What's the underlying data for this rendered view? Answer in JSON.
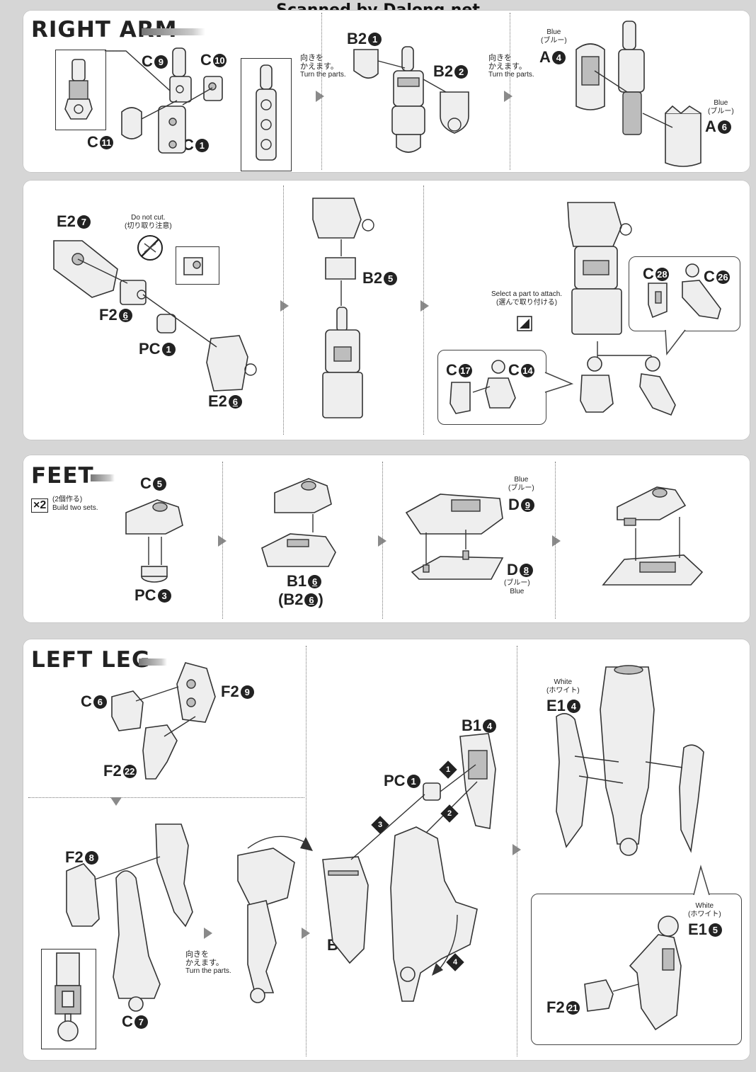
{
  "watermark": "Scanned by Dalong.net",
  "sections": {
    "right_arm": "RIGHT ARM",
    "feet": "FEET",
    "left_leg": "LEFT LEG"
  },
  "notes": {
    "turn_jp_1": "向きを",
    "turn_jp_2": "かえます。",
    "turn_en": "Turn the parts.",
    "do_not_cut_en": "Do not cut.",
    "do_not_cut_jp": "(切り取り注意)",
    "select_en": "Select a part to attach.",
    "select_jp": "(選んで取り付ける)",
    "build_two_jp": "(2個作る)",
    "build_two_en": "Build two sets.",
    "x2": "×2"
  },
  "colors": {
    "blue_en": "Blue",
    "blue_jp": "(ブルー)",
    "white_en": "White",
    "white_jp": "(ホワイト)"
  },
  "parts": {
    "c9": "C",
    "c9n": "9",
    "c10": "C",
    "c10n": "10",
    "c11": "C",
    "c11n": "11",
    "c1": "C",
    "c1n": "1",
    "b2_1": "B2",
    "b2_1n": "1",
    "b2_2": "B2",
    "b2_2n": "2",
    "a4": "A",
    "a4n": "4",
    "a6": "A",
    "a6n": "6",
    "e2_7": "E2",
    "e2_7n": "7",
    "f2_6": "F2",
    "f2_6n": "6",
    "pc1": "PC",
    "pc1n": "1",
    "e2_6": "E2",
    "e2_6n": "6",
    "b2_5": "B2",
    "b2_5n": "5",
    "c28": "C",
    "c28n": "28",
    "c26": "C",
    "c26n": "26",
    "c17": "C",
    "c17n": "17",
    "c14": "C",
    "c14n": "14",
    "c5": "C",
    "c5n": "5",
    "pc3": "PC",
    "pc3n": "3",
    "b1_6": "B1",
    "b1_6n": "6",
    "b2_6": "(B2",
    "b2_6n": "6",
    "b2_6close": ")",
    "d9": "D",
    "d9n": "9",
    "d8": "D",
    "d8n": "8",
    "c6": "C",
    "c6n": "6",
    "f2_9": "F2",
    "f2_9n": "9",
    "f2_22": "F2",
    "f2_22n": "22",
    "f2_8": "F2",
    "f2_8n": "8",
    "c7": "C",
    "c7n": "7",
    "b1_4": "B1",
    "b1_4n": "4",
    "pc1b": "PC",
    "pc1bn": "1",
    "b1_3": "B1",
    "b1_3n": "3",
    "e1_4": "E1",
    "e1_4n": "4",
    "e1_5": "E1",
    "e1_5n": "5",
    "f2_21": "F2",
    "f2_21n": "21"
  },
  "steps": [
    "1",
    "2",
    "3",
    "4"
  ]
}
